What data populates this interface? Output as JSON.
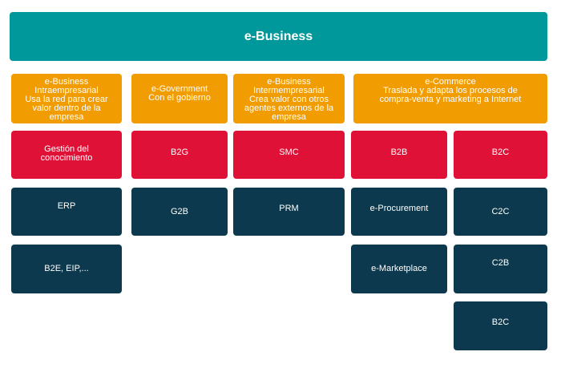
{
  "title": "e-Business",
  "categories": [
    {
      "id": "intra",
      "text": "e-Business\nIntraempresarial\nUsa la red para crear\nvalor dentro de la\nempresa"
    },
    {
      "id": "gov",
      "text": "e-Government\nCon el gobierno"
    },
    {
      "id": "inter",
      "text": "e-Business\nIntermempresarial\nCrea valor con otros\nagentes externos de la\nempresa"
    },
    {
      "id": "commerce",
      "text": "e-Commerce\nTraslada y adapta los procesos de\ncompra-venta y marketing a Internet"
    }
  ],
  "red_row": [
    {
      "id": "knowledge",
      "text": "Gestión del\nconocimiento"
    },
    {
      "id": "b2g",
      "text": "B2G"
    },
    {
      "id": "smc",
      "text": "SMC"
    },
    {
      "id": "b2b",
      "text": "B2B"
    },
    {
      "id": "b2c",
      "text": "B2C"
    }
  ],
  "navy_items": [
    {
      "id": "erp",
      "text": "ERP"
    },
    {
      "id": "g2b",
      "text": "G2B"
    },
    {
      "id": "prm",
      "text": "PRM"
    },
    {
      "id": "eprocurement",
      "text": "e-Procurement"
    },
    {
      "id": "c2c",
      "text": "C2C"
    },
    {
      "id": "b2e",
      "text": "B2E, EIP,..."
    },
    {
      "id": "emarketplace",
      "text": "e-Marketplace"
    },
    {
      "id": "c2b",
      "text": "C2B"
    },
    {
      "id": "b2c-2",
      "text": "B2C"
    }
  ]
}
